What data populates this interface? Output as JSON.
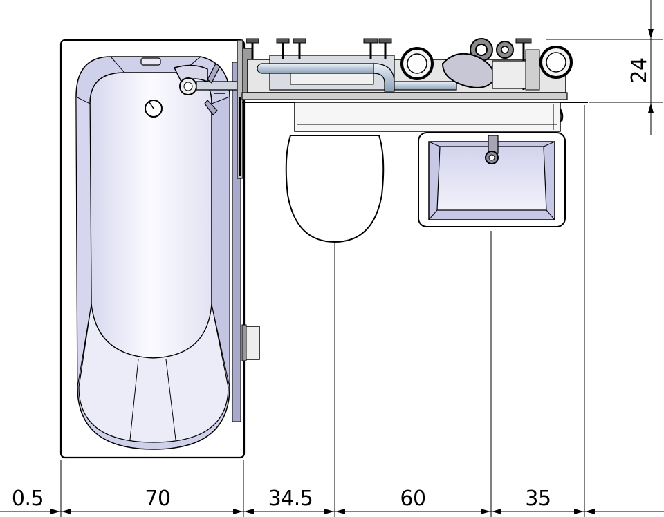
{
  "drawing": {
    "type": "bathroom plan view (top)",
    "units_note": "",
    "colors": {
      "line": "#000000",
      "porcelain_shade": "#c9c9e6",
      "porcelain_light": "#f4f4fb",
      "pipe": "#c8d4e2",
      "background": "#ffffff"
    }
  },
  "dimensions": {
    "horizontal": [
      {
        "id": "offset",
        "label": "0.5"
      },
      {
        "id": "bathtub",
        "label": "70"
      },
      {
        "id": "to_toilet",
        "label": "34.5"
      },
      {
        "id": "toilet_to_sink",
        "label": "60"
      },
      {
        "id": "sink_to_wall",
        "label": "35"
      }
    ],
    "vertical": [
      {
        "id": "installation_depth",
        "label": "24"
      }
    ]
  },
  "fixtures": [
    "bathtub",
    "toilet",
    "washbasin",
    "installation-frame"
  ]
}
